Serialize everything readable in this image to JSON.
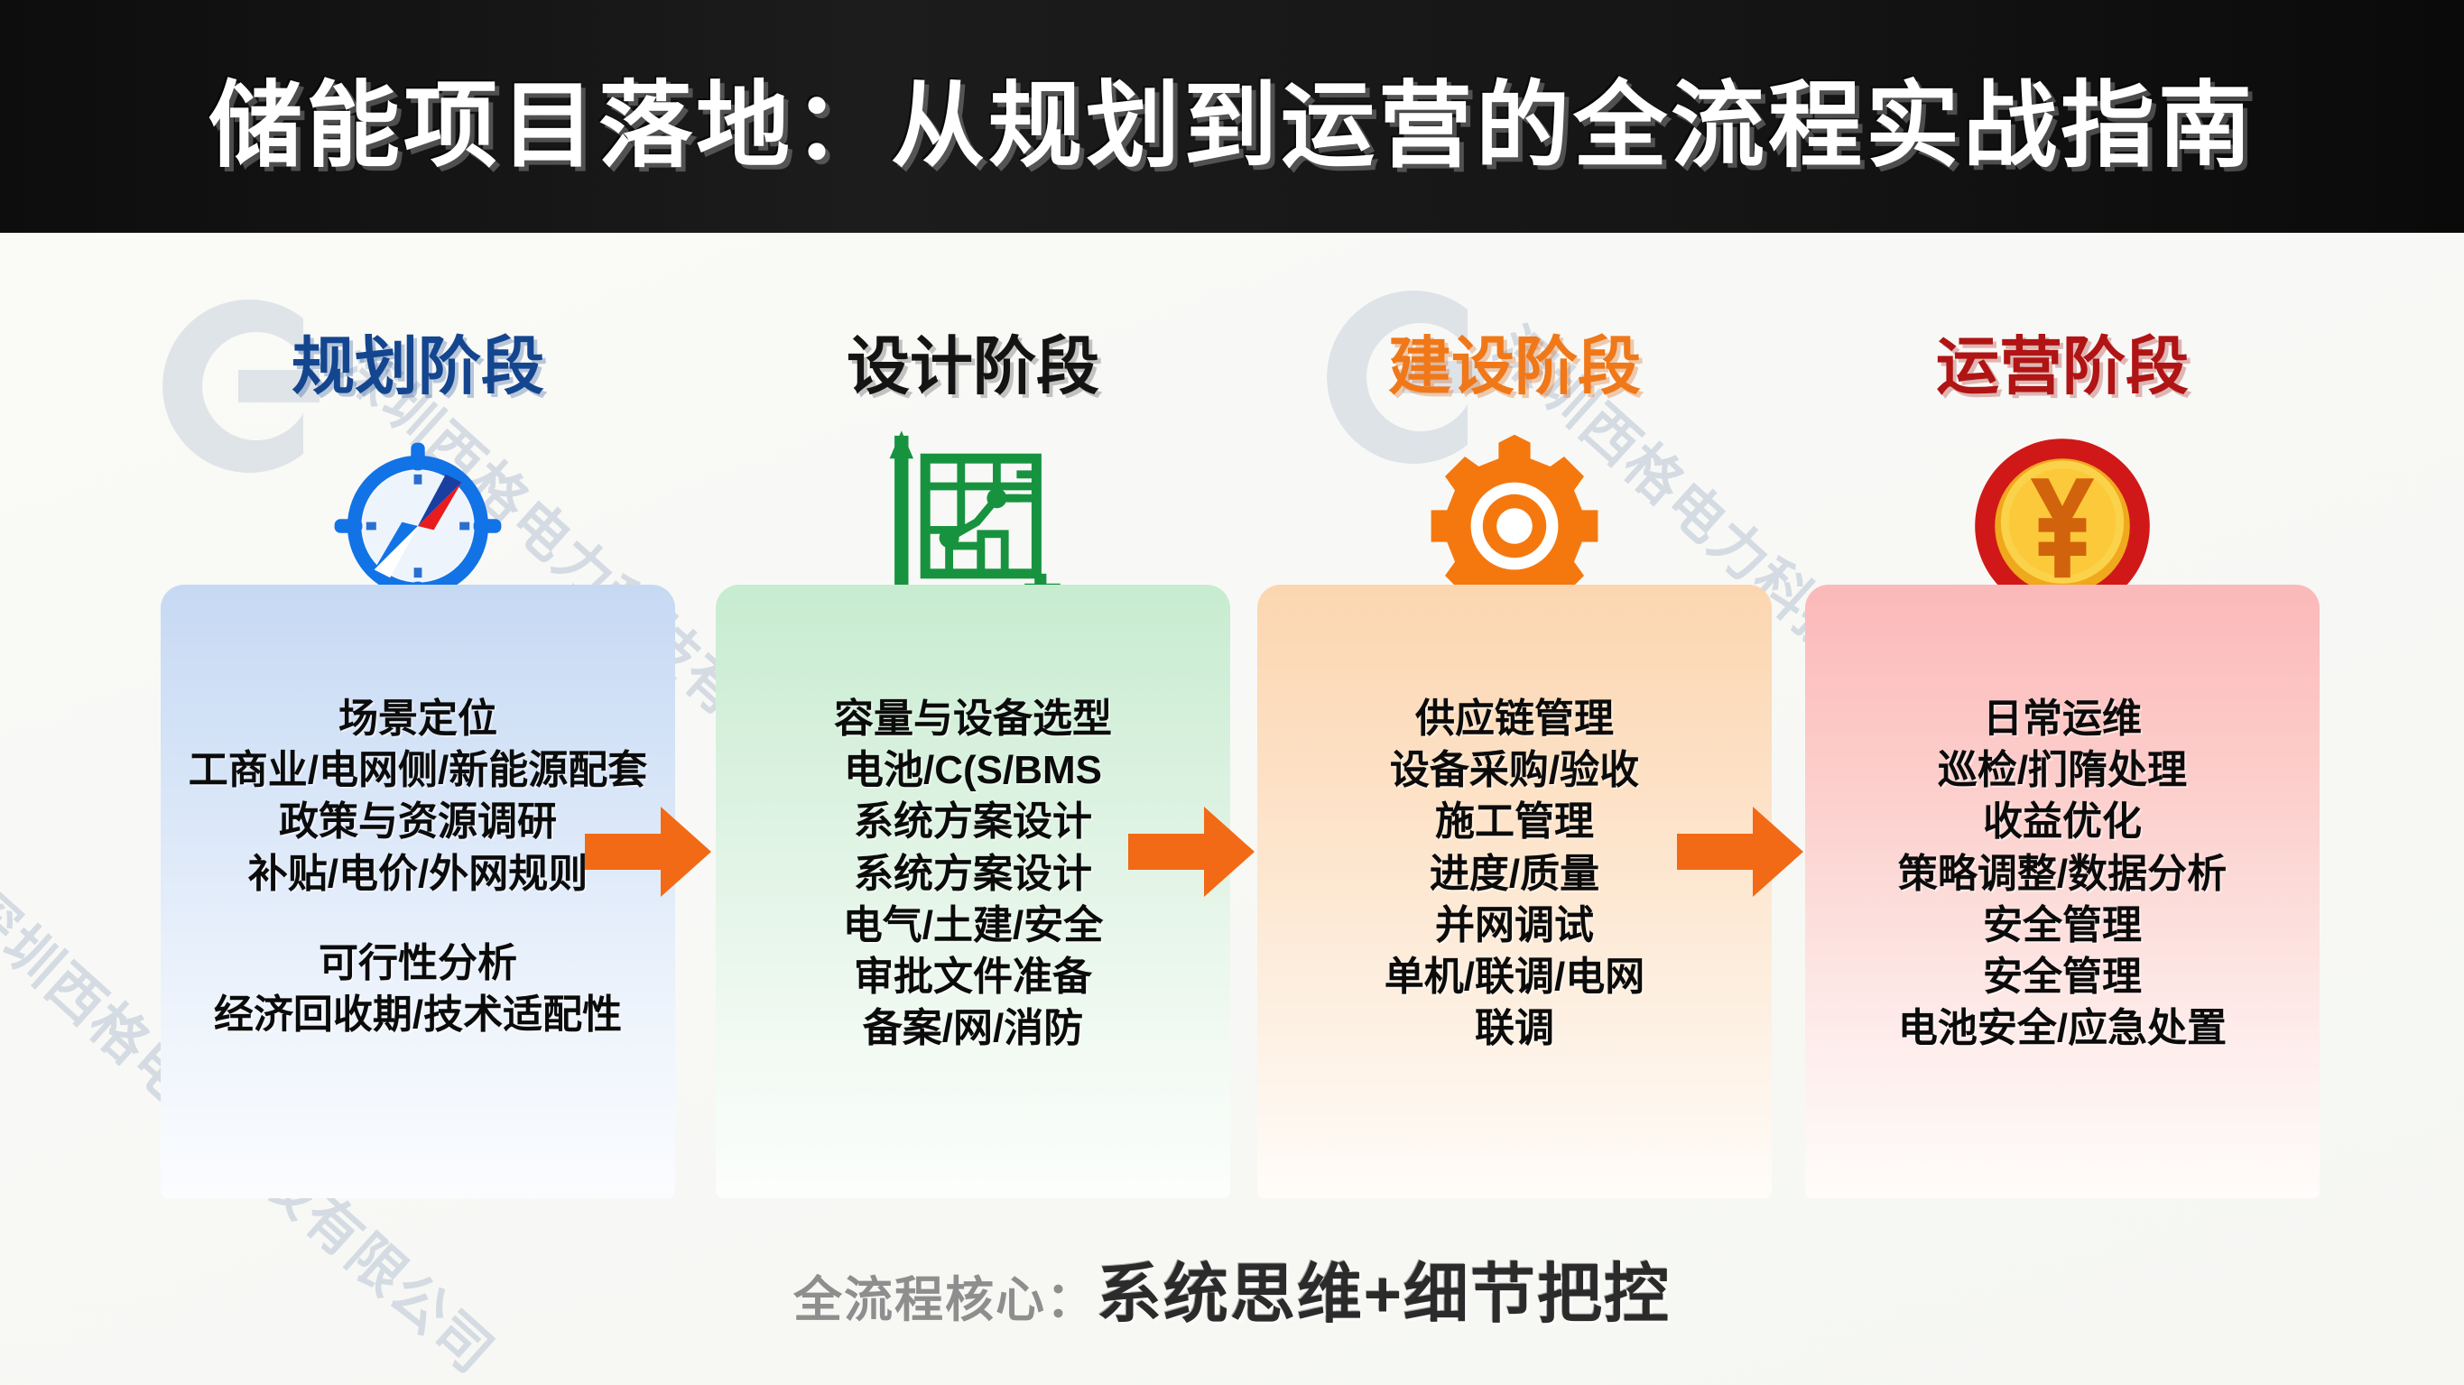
{
  "header": {
    "title": "储能项目落地：从规划到运营的全流程实战指南",
    "bg_color": "#111111",
    "text_color": "#ffffff"
  },
  "watermark": {
    "text": "深圳西格电力科技有限公司",
    "logo_name": "sigma-c-logo",
    "color": "#b9c4d4"
  },
  "flow": {
    "arrow_color": "#f26a16",
    "arrows": [
      {
        "name": "arrow-planning-to-design"
      },
      {
        "name": "arrow-design-to-construction"
      },
      {
        "name": "arrow-construction-to-operation"
      }
    ],
    "stages": [
      {
        "key": "planning",
        "heading": "规划阶段",
        "heading_color": "#14458f",
        "icon": "compass-icon",
        "panel_color": "#c6d9f3",
        "lines": [
          "场景定位",
          "工商业/电网侧/新能源配套",
          "政策与资源调研",
          "补贴/电价/外网规则",
          "",
          "可行性分析",
          "经济回收期/技术适配性"
        ]
      },
      {
        "key": "design",
        "heading": "设计阶段",
        "heading_color": "#141414",
        "icon": "blueprint-chart-icon",
        "panel_color": "#c7ecd0",
        "lines": [
          "容量与设备选型",
          "电池/C(S/BMS",
          "系统方案设计",
          "系统方案设计",
          "电气/土建/安全",
          "审批文件准备",
          "备案/网/消防"
        ]
      },
      {
        "key": "construction",
        "heading": "建设阶段",
        "heading_color": "#f07818",
        "icon": "gear-icon",
        "panel_color": "#fbd6b0",
        "lines": [
          "供应链管理",
          "设备采购/验收",
          "施工管理",
          "进度/质量",
          "并网调试",
          "单机/联调/电网",
          "联调"
        ]
      },
      {
        "key": "operation",
        "heading": "运营阶段",
        "heading_color": "#b01414",
        "icon": "yuan-coin-icon",
        "panel_color": "#fbb9b9",
        "lines": [
          "日常运维",
          "巡检/扪隋处理",
          "收益优化",
          "策略调整/数据分析",
          "安全管理",
          "安全管理",
          "电池安全/应急处置"
        ]
      }
    ]
  },
  "footer": {
    "label": "全流程核心：",
    "emphasis": "系统思维+细节把控"
  }
}
